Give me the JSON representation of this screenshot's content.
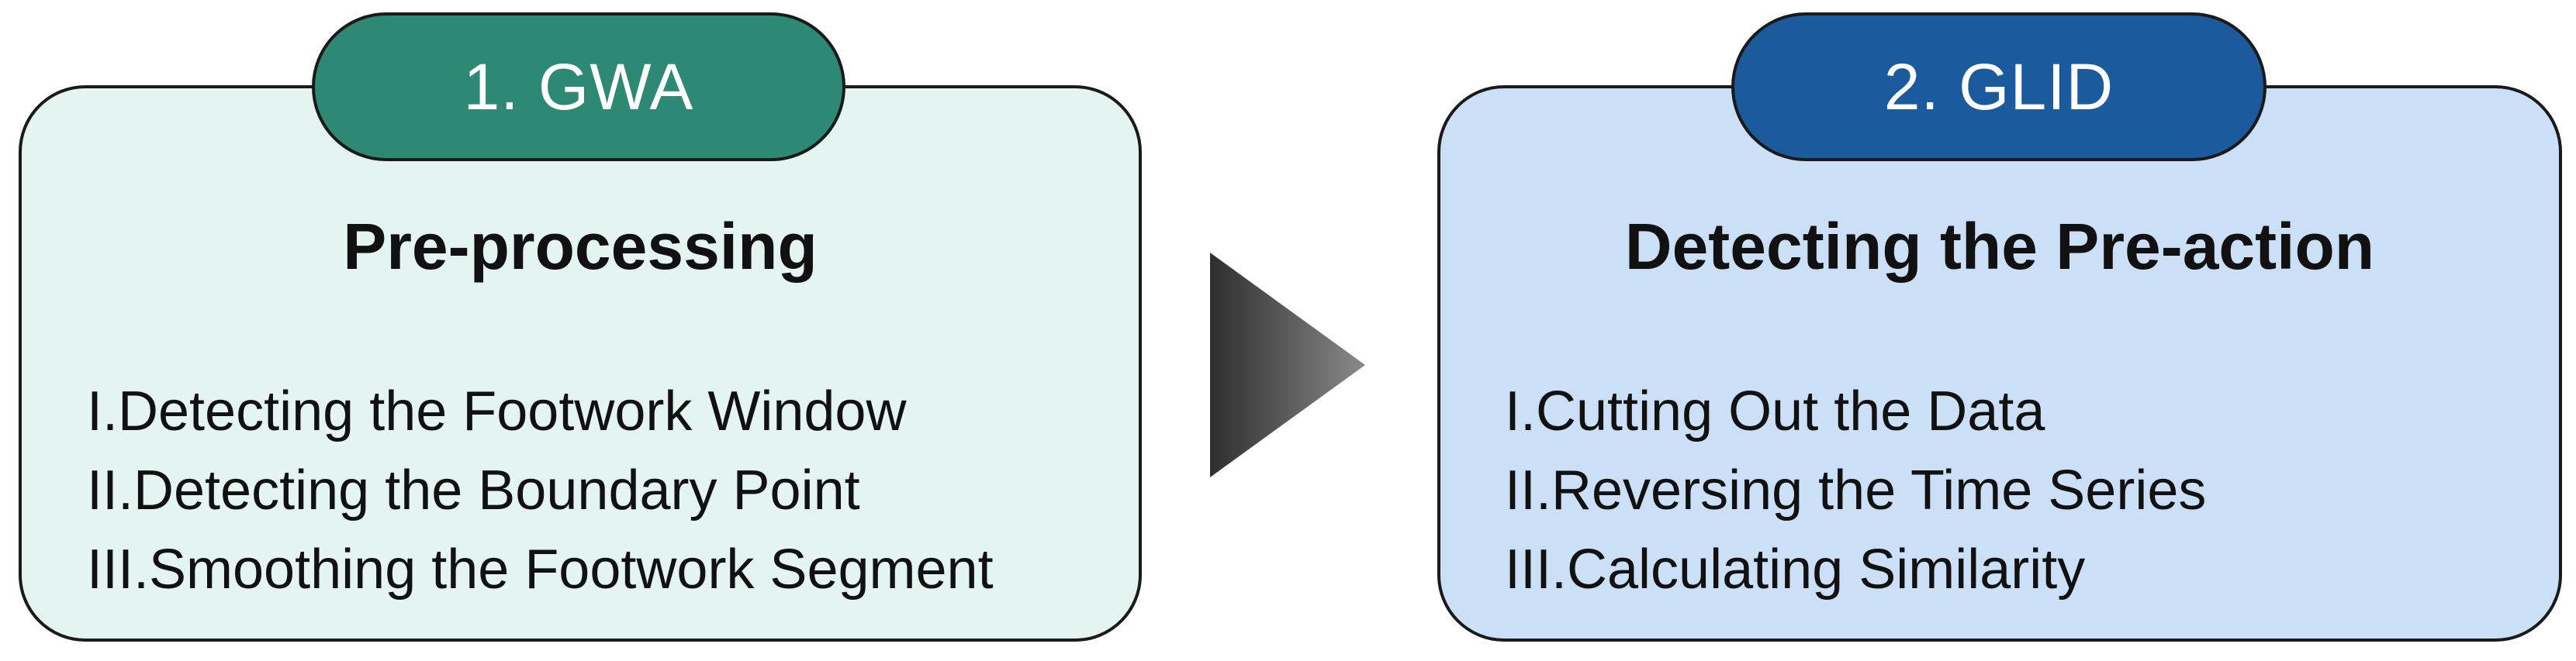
{
  "stages": [
    {
      "tab": "1. GWA",
      "heading": "Pre-processing",
      "steps": [
        {
          "num": "I.",
          "text": "Detecting the Footwork Window"
        },
        {
          "num": "II.",
          "text": "Detecting the Boundary Point"
        },
        {
          "num": "III.",
          "text": "Smoothing the Footwork Segment"
        }
      ]
    },
    {
      "tab": "2. GLID",
      "heading": "Detecting the Pre-action",
      "steps": [
        {
          "num": "I.",
          "text": "Cutting Out the Data"
        },
        {
          "num": "II.",
          "text": "Reversing the Time Series"
        },
        {
          "num": "III.",
          "text": "Calculating Similarity"
        }
      ]
    }
  ],
  "colors": {
    "left_tab": "#2d8874",
    "left_panel": "#e3f4f1",
    "right_tab": "#1b5a9c",
    "right_panel": "#cbe0f6",
    "arrow_dark": "#2e2e2e",
    "arrow_light": "#8a8a8a"
  },
  "icons": {
    "flow_arrow": "right-triangle-arrow"
  }
}
